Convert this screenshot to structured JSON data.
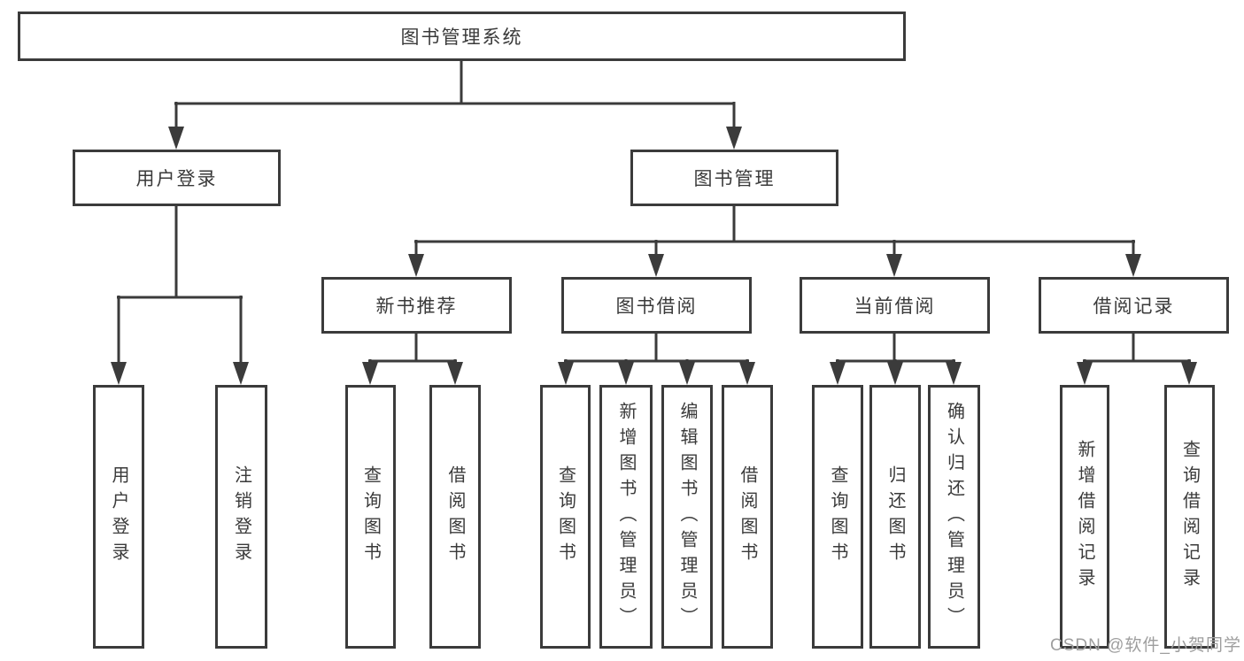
{
  "diagram": {
    "root": {
      "label": "图书管理系统"
    },
    "level2": [
      {
        "label": "用户登录"
      },
      {
        "label": "图书管理"
      }
    ],
    "level3": [
      {
        "label": "新书推荐"
      },
      {
        "label": "图书借阅"
      },
      {
        "label": "当前借阅"
      },
      {
        "label": "借阅记录"
      }
    ],
    "leaves": [
      {
        "label": "用户登录"
      },
      {
        "label": "注销登录"
      },
      {
        "label": "查询图书"
      },
      {
        "label": "借阅图书"
      },
      {
        "label": "查询图书"
      },
      {
        "label": "新增图书（管理员）"
      },
      {
        "label": "编辑图书（管理员）"
      },
      {
        "label": "借阅图书"
      },
      {
        "label": "查询图书"
      },
      {
        "label": "归还图书"
      },
      {
        "label": "确认归还（管理员）"
      },
      {
        "label": "新增借阅记录"
      },
      {
        "label": "查询借阅记录"
      }
    ],
    "watermark": "CSDN @软件_小贺同学"
  },
  "colors": {
    "line": "#3b3b3b",
    "box_fill": "#ffffff",
    "text": "#3a3a3a",
    "watermark": "#9e9e9e",
    "bg": "#ffffff"
  }
}
